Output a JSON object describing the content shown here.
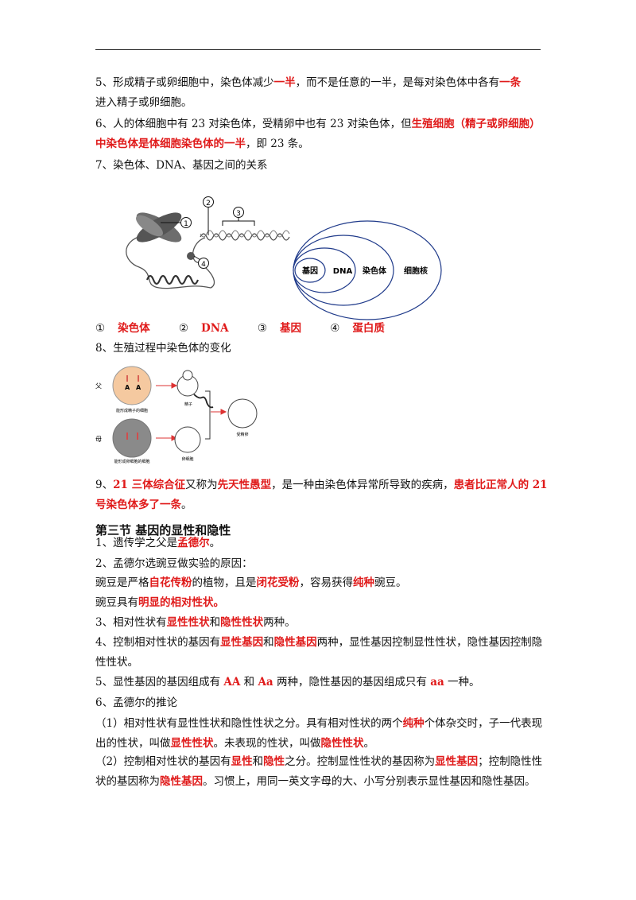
{
  "items": {
    "i5": {
      "a": "5、形成精子或卵细胞中，染色体减少",
      "b": "一半",
      "c": "，而不是任意的一半，是每对染色体中各有",
      "d": "一条",
      "e": "进入精子或卵细胞。"
    },
    "i6": {
      "a": "6、人的体细胞中有 23 对染色体，受精卵中也有 23 对染色体，但",
      "b": "生殖细胞（精子或卵细胞）中染色体是体细胞染色体的一半",
      "c": "，即 23 条。"
    },
    "i7": "7、染色体、DNA、基因之间的关系",
    "i8": "8、生殖过程中染色体的变化",
    "i9": {
      "a": "9、",
      "b": "21 三体综合征",
      "c": "又称为",
      "d": "先天性愚型",
      "e": "，是一种由染色体异常所导致的疾病，",
      "f": "患者比正常人的 21 号染色体多了一条",
      "g": "。"
    }
  },
  "figure1": {
    "markers": [
      "1",
      "2",
      "3",
      "4"
    ],
    "circles": [
      "基因",
      "DNA",
      "染色体",
      "细胞核"
    ],
    "caption": [
      {
        "num": "①",
        "text": "染色体"
      },
      {
        "num": "②",
        "text": "DNA"
      },
      {
        "num": "③",
        "text": "基因"
      },
      {
        "num": "④",
        "text": "蛋白质"
      }
    ]
  },
  "figure2": {
    "father": "父",
    "mother": "母",
    "father_cell_label": "能形成精子的细胞",
    "mother_cell_label": "能形成卵细胞的细胞",
    "sperm": "精子",
    "egg": "卵细胞",
    "zygote": "受精卵",
    "allele": "A"
  },
  "section": {
    "title": "第三节  基因的显性和隐性",
    "s1": {
      "a": "1、遗传学之父是",
      "b": "孟德尔",
      "c": "。"
    },
    "s2": "2、孟德尔选豌豆做实验的原因：",
    "s2a": {
      "a": "豌豆是严格",
      "b": "自花传粉",
      "c": "的植物，且是",
      "d": "闭花受粉",
      "e": "，容易获得",
      "f": "纯种",
      "g": "豌豆。"
    },
    "s2b": {
      "a": "豌豆具有",
      "b": "明显的相对性状。"
    },
    "s3": {
      "a": "3、相对性状有",
      "b": "显性性状",
      "c": "和",
      "d": "隐性性状",
      "e": "两种。"
    },
    "s4": {
      "a": "4、控制相对性状的基因有",
      "b": "显性基因",
      "c": "和",
      "d": "隐性基因",
      "e": "两种，显性基因控制显性性状，隐性基因控制隐性性状。"
    },
    "s5": {
      "a": "5、显性基因的基因组成有 ",
      "b": "AA",
      "c": " 和 ",
      "d": "Aa",
      "e": " 两种，隐性基因的基因组成只有 ",
      "f": "aa",
      "g": " 一种。"
    },
    "s6": "6、孟德尔的推论",
    "s6a": {
      "a": "（1）相对性状有显性性状和隐性性状之分。具有相对性状的两个",
      "b": "纯种",
      "c": "个体杂交时，子一代表现出的性状，叫做",
      "d": "显性性状",
      "e": "。未表现的性状，叫做",
      "f": "隐性性状",
      "g": "。"
    },
    "s6b": {
      "a": "（2）控制相对性状的基因有",
      "b": "显性",
      "c": "和",
      "d": "隐性",
      "e": "之分。控制显性性状的基因称为",
      "f": "显性基因",
      "g": "；控制隐性性状的基因称为",
      "h": "隐性基因",
      "i": "。习惯上，用同一英文字母的大、小写分别表示显性基因和隐性基因。"
    }
  }
}
